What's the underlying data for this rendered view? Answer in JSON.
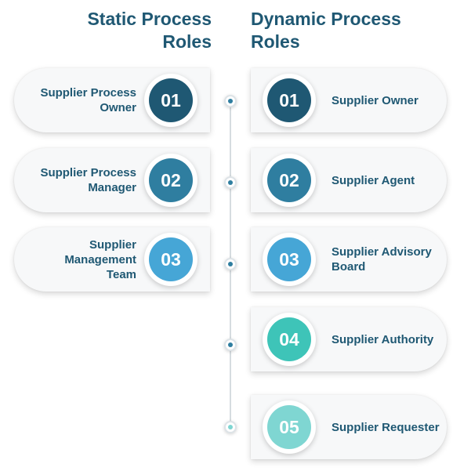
{
  "columns": {
    "static": {
      "title": "Static Process\nRoles",
      "items": [
        {
          "number": "01",
          "label": "Supplier Process\nOwner",
          "color": "#1f5873"
        },
        {
          "number": "02",
          "label": "Supplier Process\nManager",
          "color": "#2f7ea0"
        },
        {
          "number": "03",
          "label": "Supplier\nManagement\nTeam",
          "color": "#46a6d6"
        }
      ]
    },
    "dynamic": {
      "title": "Dynamic Process\nRoles",
      "items": [
        {
          "number": "01",
          "label": "Supplier Owner",
          "color": "#1f5873"
        },
        {
          "number": "02",
          "label": "Supplier Agent",
          "color": "#2f7ea0"
        },
        {
          "number": "03",
          "label": "Supplier Advisory\nBoard",
          "color": "#46a6d6"
        },
        {
          "number": "04",
          "label": "Supplier Authority",
          "color": "#3ec4b8"
        },
        {
          "number": "05",
          "label": "Supplier Requester",
          "color": "#7fd6d2"
        }
      ]
    }
  }
}
